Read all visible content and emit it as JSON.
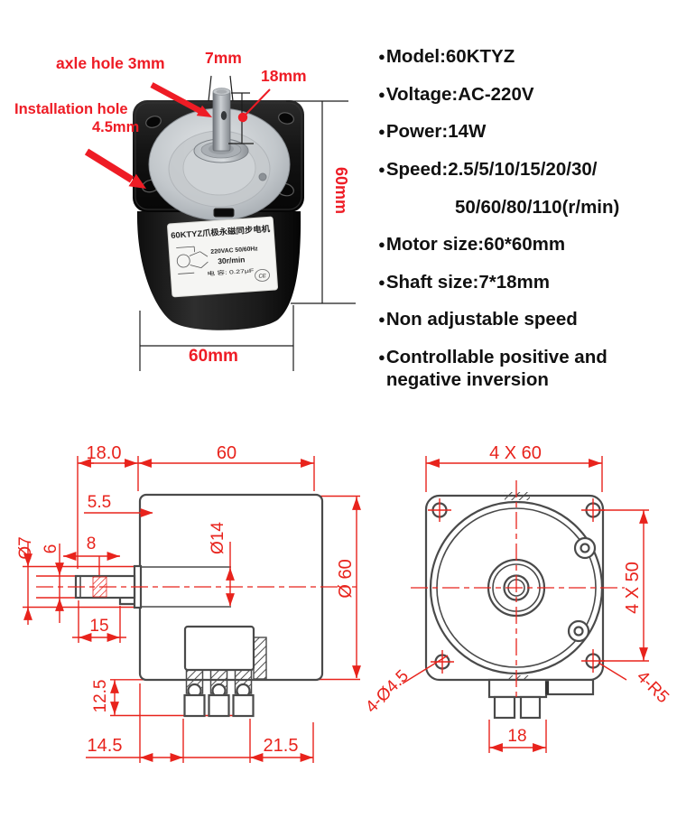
{
  "photo": {
    "annotations": {
      "axle_hole": "axle hole 3mm",
      "shaft_dia": "7mm",
      "shaft_len": "18mm",
      "install_hole_line1": "Installation hole",
      "install_hole_line2": "4.5mm",
      "side_height": "60mm",
      "bottom_width": "60mm"
    },
    "label": {
      "title": "60KTYZ爪极永磁同步电机",
      "volts": "220VAC 50/60Hz",
      "speed": "30r/min",
      "capacitance": "电 容: 0.27μF",
      "ce_mark": "CE"
    }
  },
  "specs": {
    "bullet": "●",
    "items": [
      "Model:60KTYZ",
      "Voltage:AC-220V",
      "Power:14W",
      "Speed:2.5/5/10/15/20/30/",
      "50/60/80/110(r/min)",
      "Motor size:60*60mm",
      "Shaft size:7*18mm",
      "Non adjustable speed",
      "Controllable positive and negative inversion"
    ]
  },
  "drawings": {
    "side_view": {
      "dims": {
        "len_18": "18.0",
        "len_60": "60",
        "len_5_5": "5.5",
        "dia_7": "Ø7",
        "d6": "6",
        "d8": "8",
        "dia_14": "Ø14",
        "dia_60": "Ø 60",
        "d15": "15",
        "d12_5": "12.5",
        "d14_5": "14.5",
        "d21_5": "21.5"
      }
    },
    "front_view": {
      "dims": {
        "top": "4 X 60",
        "side": "4 X 50",
        "holes": "4-Ø4.5",
        "corner_radius": "4-R5",
        "width_18": "18"
      }
    }
  },
  "colors": {
    "annotation_red": "#ee1c25",
    "dimension_red": "#e8231c",
    "outline_gray": "#4a4a4a"
  }
}
